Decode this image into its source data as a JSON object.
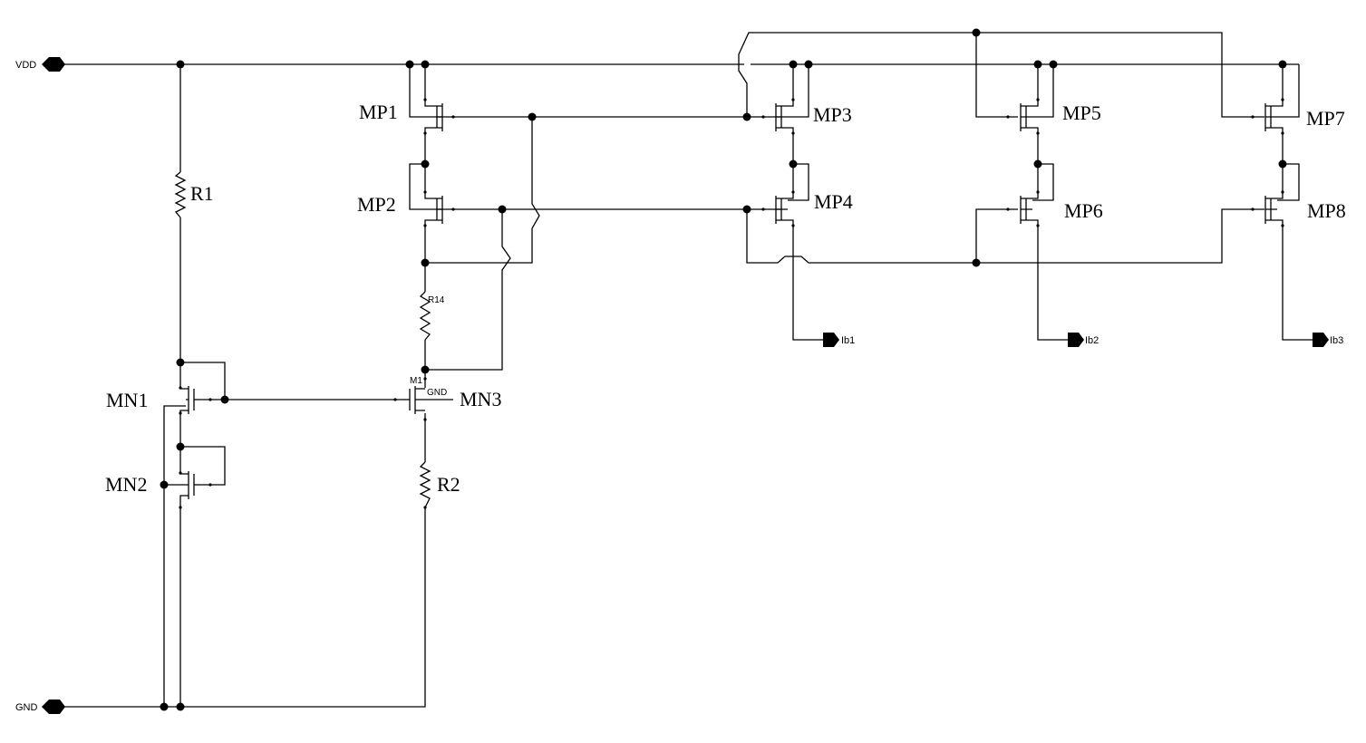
{
  "ports": {
    "vdd": "VDD",
    "gnd": "GND",
    "ib1": "Ib1",
    "ib2": "Ib2",
    "ib3": "Ib3"
  },
  "labels": {
    "mp1": "MP1",
    "mp2": "MP2",
    "mp3": "MP3",
    "mp4": "MP4",
    "mp5": "MP5",
    "mp6": "MP6",
    "mp7": "MP7",
    "mp8": "MP8",
    "mn1": "MN1",
    "mn2": "MN2",
    "mn3": "MN3",
    "r1": "R1",
    "r2": "R2",
    "r14": "R14",
    "m1": "M1",
    "mn3_body": "GND"
  }
}
